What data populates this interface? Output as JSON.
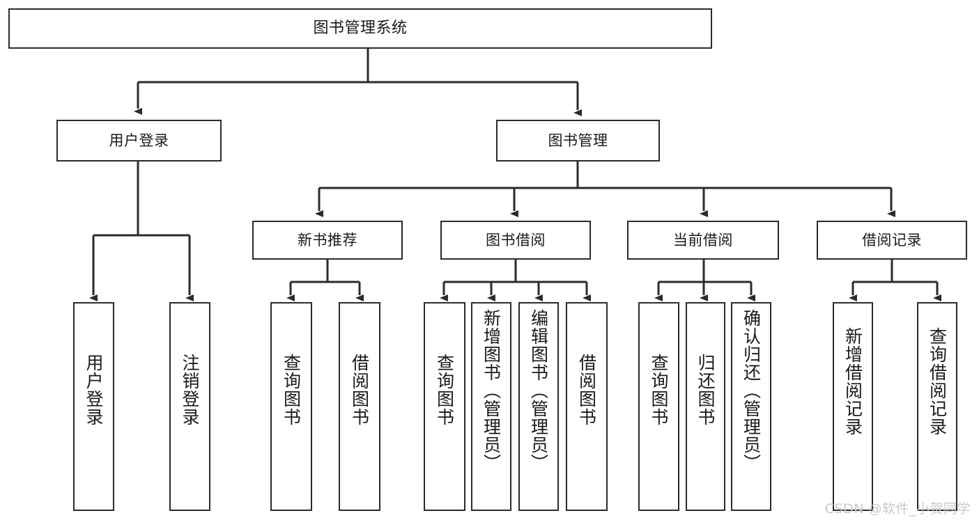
{
  "diagram": {
    "type": "hierarchy-tree",
    "title": "图书管理系统",
    "root": {
      "label": "图书管理系统"
    },
    "level2": [
      {
        "label": "用户登录"
      },
      {
        "label": "图书管理"
      }
    ],
    "level3": [
      {
        "label": "新书推荐"
      },
      {
        "label": "图书借阅"
      },
      {
        "label": "当前借阅"
      },
      {
        "label": "借阅记录"
      }
    ],
    "leaves": [
      {
        "label": "用户登录",
        "parent": "用户登录"
      },
      {
        "label": "注销登录",
        "parent": "用户登录"
      },
      {
        "label": "查询图书",
        "parent": "新书推荐"
      },
      {
        "label": "借阅图书",
        "parent": "新书推荐"
      },
      {
        "label": "查询图书",
        "parent": "图书借阅"
      },
      {
        "label": "新增图书（管理员）",
        "parent": "图书借阅"
      },
      {
        "label": "编辑图书（管理员）",
        "parent": "图书借阅"
      },
      {
        "label": "借阅图书",
        "parent": "图书借阅"
      },
      {
        "label": "查询图书",
        "parent": "当前借阅"
      },
      {
        "label": "归还图书",
        "parent": "当前借阅"
      },
      {
        "label": "确认归还（管理员）",
        "parent": "当前借阅"
      },
      {
        "label": "新增借阅记录",
        "parent": "借阅记录"
      },
      {
        "label": "查询借阅记录",
        "parent": "借阅记录"
      }
    ]
  },
  "watermark": {
    "text": "CSDN @软件_小贺同学"
  },
  "colors": {
    "border": "#2b2b2b",
    "background": "#ffffff",
    "text": "#1a1a1a",
    "watermark": "#c9c9c9"
  }
}
